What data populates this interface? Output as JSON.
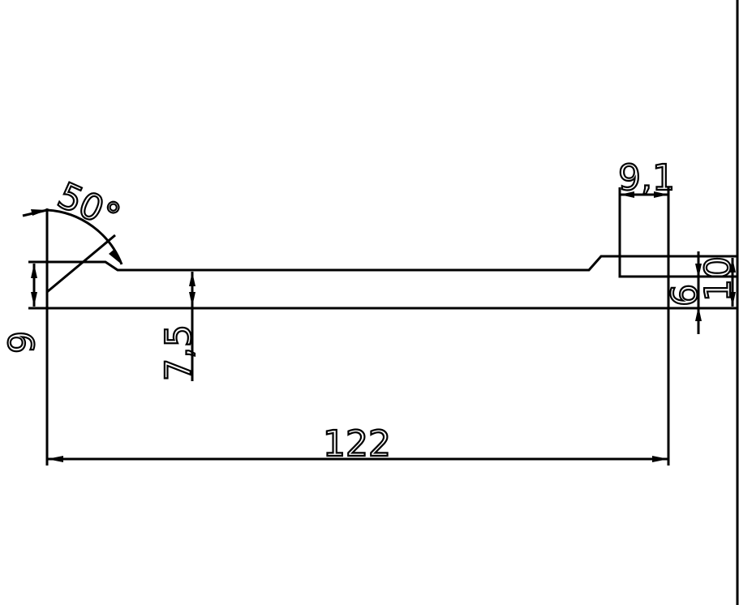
{
  "drawing": {
    "dimensions": {
      "overall_length": "122",
      "angle": "50°",
      "left_height": "9",
      "inner_height": "7,5",
      "right_step_width": "9,1",
      "right_inner_height": "6",
      "right_outer_height": "10"
    }
  }
}
